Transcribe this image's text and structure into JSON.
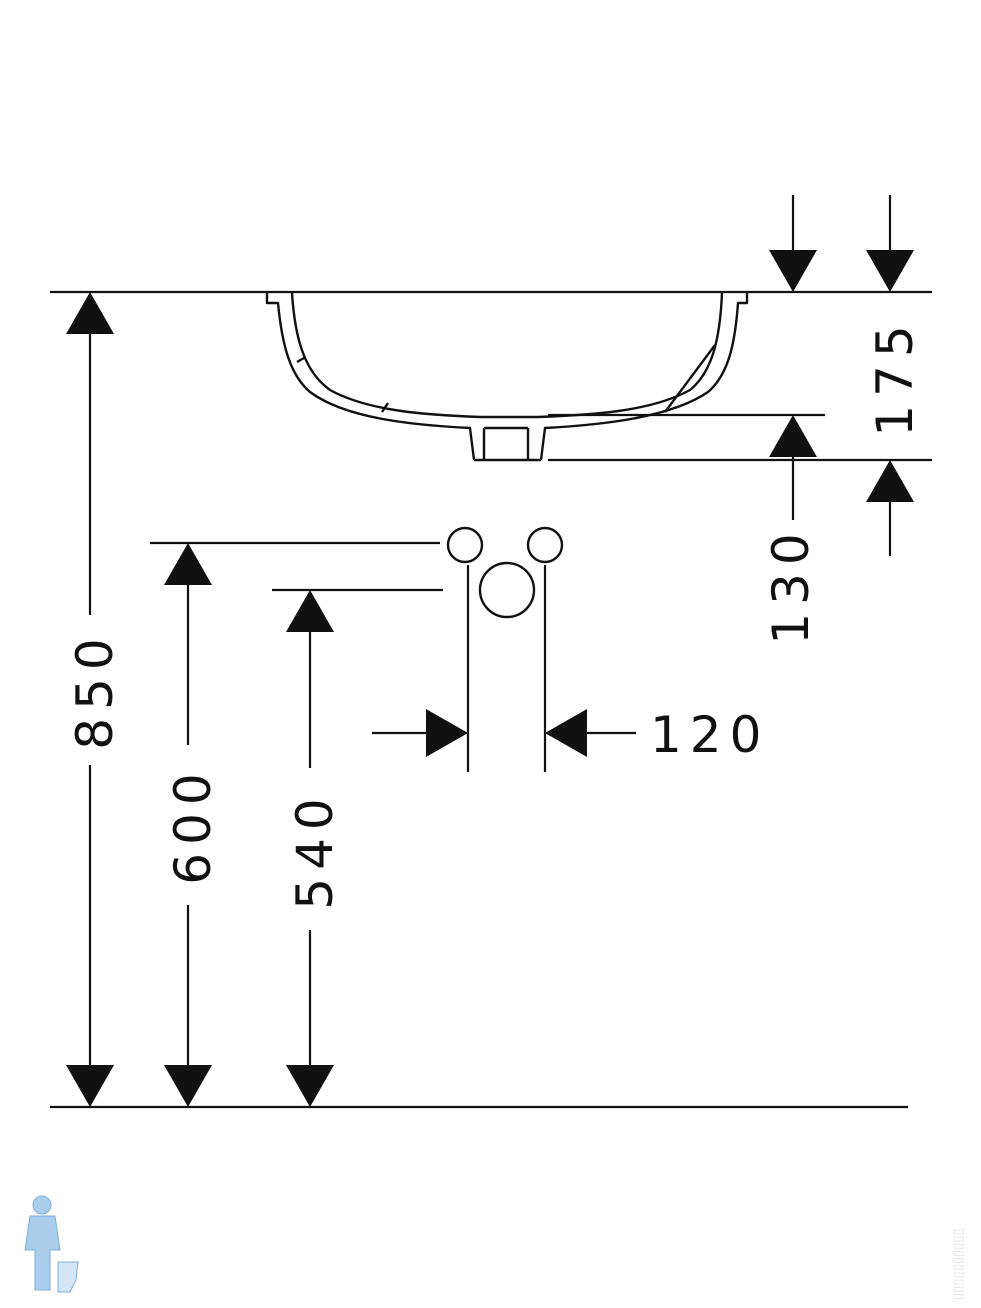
{
  "drawing": {
    "title": "Undermount washbasin installation dimensions",
    "dimensions": {
      "total_height": "850",
      "supply_height": "600",
      "drain_height": "540",
      "basin_depth": "175",
      "drain_depth": "130",
      "supply_spacing": "120"
    },
    "colors": {
      "line": "#111111",
      "logo": "#9cc3e6"
    },
    "logo_icon": "plumber-figure-icon",
    "watermark": "watermark-vertical-text"
  }
}
